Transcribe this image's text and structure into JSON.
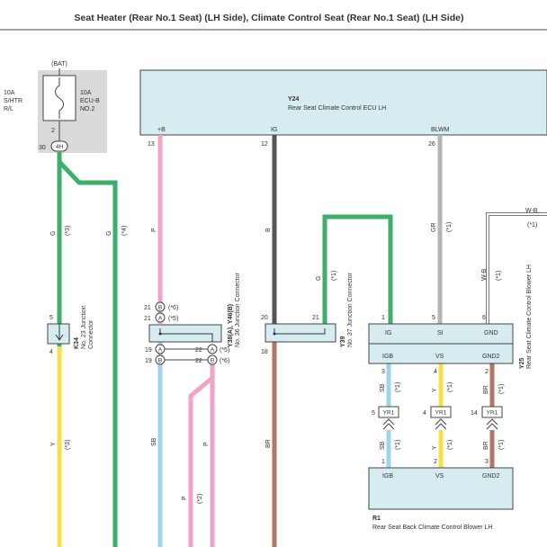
{
  "title": "Seat Heater (Rear No.1 Seat) (LH Side), Climate Control Seat (Rear No.1 Seat) (LH Side)",
  "colors": {
    "green": "#3dae6b",
    "pink": "#f0a3c6",
    "black": "#555555",
    "gray": "#b5b5b5",
    "yellow": "#f6e04a",
    "lightblue": "#9fd3ec",
    "brown": "#b57560",
    "ecu_fill": "#d6ecf1",
    "fuse_box_fill": "#d9d9d9"
  },
  "fuse": {
    "source": "(BAT)",
    "left_label": [
      "10A",
      "S/HTR",
      "R/L"
    ],
    "right_label": [
      "10A",
      "ECU-B",
      "NO.2"
    ],
    "terminal_top": "2",
    "terminal_bottom": "30",
    "connector": "4H"
  },
  "ecu": {
    "id": "Y24",
    "name": "Rear Seat Climate Control ECU LH",
    "pins": [
      {
        "pin": "13",
        "name": "+B"
      },
      {
        "pin": "12",
        "name": "IG"
      },
      {
        "pin": "26",
        "name": "BLWM"
      }
    ]
  },
  "wires": {
    "green_left": {
      "color": "G",
      "note": "(*3)"
    },
    "green_right": {
      "color": "G",
      "note": "(*4)"
    },
    "pink": {
      "color": "P"
    },
    "black": {
      "color": "B"
    },
    "gray": {
      "color": "GR",
      "note": "(*1)"
    },
    "wb_right": {
      "color": "W-B",
      "note": "(*1)"
    },
    "wb_top": {
      "color": "W-B",
      "note": "(*1)"
    },
    "green_ig": {
      "color": "G",
      "note": "(*1)"
    },
    "yellow_left": {
      "color": "Y",
      "note": "(*3)"
    },
    "sb_left": {
      "color": "SB"
    },
    "p_left": {
      "color": "P",
      "note": "(*2)"
    },
    "p_right": {
      "color": "P"
    },
    "br_left": {
      "color": "BR"
    },
    "sb_top": {
      "color": "SB",
      "note": "(*1)"
    },
    "y_top": {
      "color": "Y",
      "note": "(*1)"
    },
    "br_top": {
      "color": "BR",
      "note": "(*1)"
    },
    "sb_bot": {
      "color": "SB",
      "note": "(*1)"
    },
    "y_bot": {
      "color": "Y",
      "note": "(*1)"
    },
    "br_bot": {
      "color": "BR",
      "note": "(*1)"
    }
  },
  "k34": {
    "id": "K34",
    "name": [
      "No. 23 Junction",
      "Connector"
    ],
    "pin_top": "5",
    "pin_bottom": "4"
  },
  "y38": {
    "id": "Y38(A), Y46(B)",
    "name": "No. 36 Junction Connector",
    "rows_top": [
      {
        "pin": "21",
        "conn": "B",
        "note": "(*6)"
      },
      {
        "pin": "21",
        "conn": "A",
        "note": "(*5)"
      }
    ],
    "rows_bottom": [
      {
        "pin_left": "19",
        "conn_left": "A",
        "pin_right": "22",
        "conn_right": "A",
        "note": "(*5)"
      },
      {
        "pin_left": "19",
        "conn_left": "B",
        "pin_right": "22",
        "conn_right": "B",
        "note": "(*6)"
      }
    ]
  },
  "y39": {
    "id": "Y39",
    "name": "No. 37 Junction Connector",
    "pin_left": "20",
    "pin_right": "21",
    "pin_bottom": "18"
  },
  "y25": {
    "id": "Y25",
    "name": "Rear Seat Climate Control Blower LH",
    "top_pins": [
      {
        "pin": "1",
        "name": "IG"
      },
      {
        "pin": "5",
        "name": "SI"
      },
      {
        "pin": "6",
        "name": "GND"
      }
    ],
    "bottom_pins": [
      {
        "pin": "3",
        "name": "IGB"
      },
      {
        "pin": "4",
        "name": "VS"
      },
      {
        "pin": "2",
        "name": "GND2"
      }
    ]
  },
  "yr1": [
    {
      "pin": "5",
      "label": "YR1"
    },
    {
      "pin": "4",
      "label": "YR1"
    },
    {
      "pin": "14",
      "label": "YR1"
    }
  ],
  "r1": {
    "id": "R1",
    "name": "Rear Seat Back Climate Control Blower LH",
    "pins": [
      {
        "pin": "1",
        "name": "IGB"
      },
      {
        "pin": "2",
        "name": "VS"
      },
      {
        "pin": "3",
        "name": "GND2"
      }
    ]
  }
}
